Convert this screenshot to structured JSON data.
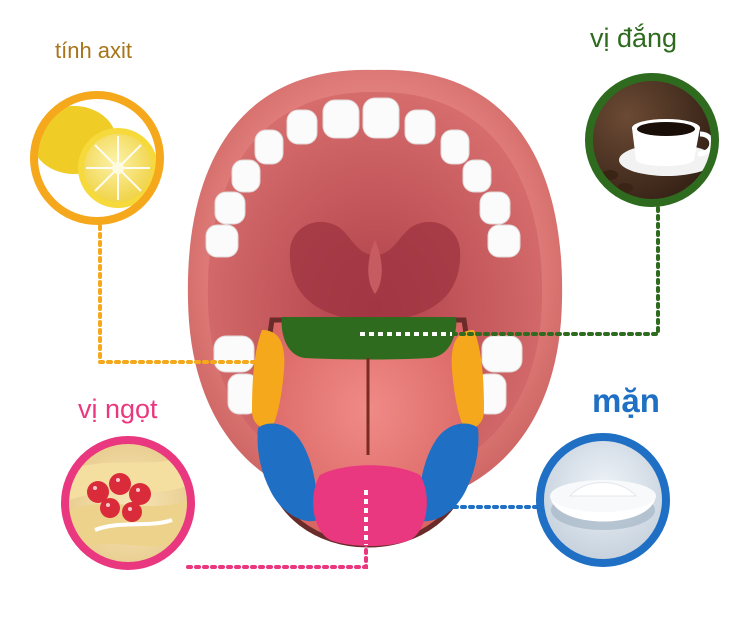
{
  "labels": {
    "acid": "tính axit",
    "bitter": "vị đắng",
    "sweet": "vị ngọt",
    "salty": "mặn"
  },
  "colors": {
    "acid": "#f5a81c",
    "bitter": "#2e6b1e",
    "sweet": "#e9387f",
    "salty": "#1f6fc4"
  },
  "images": {
    "acid": "lemon-halves",
    "bitter": "coffee-cup-with-beans",
    "sweet": "strawberry-cake",
    "salty": "salt-bowl"
  },
  "illustration": "open-mouth-tongue-taste-map"
}
